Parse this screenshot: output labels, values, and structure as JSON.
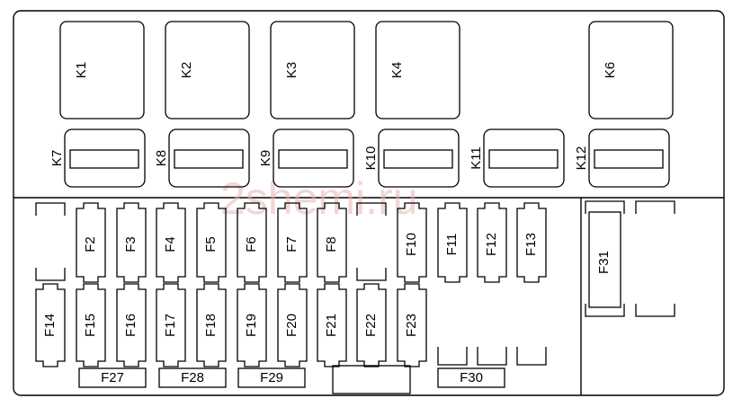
{
  "watermark": "2shemi.ru",
  "relays_large": [
    "K1",
    "K2",
    "K3",
    "K4",
    "K6"
  ],
  "relays_small": [
    "K7",
    "K8",
    "K9",
    "K10",
    "K11",
    "K12"
  ],
  "fuses_top": [
    "F2",
    "F3",
    "F4",
    "F5",
    "F6",
    "F7",
    "F8",
    "F10",
    "F11",
    "F12",
    "F13"
  ],
  "fuses_bottom": [
    "F14",
    "F15",
    "F16",
    "F17",
    "F18",
    "F19",
    "F20",
    "F21",
    "F22",
    "F23"
  ],
  "fuses_horizontal": [
    "F27",
    "F28",
    "F29",
    "F30"
  ],
  "fuse_large": "F31"
}
